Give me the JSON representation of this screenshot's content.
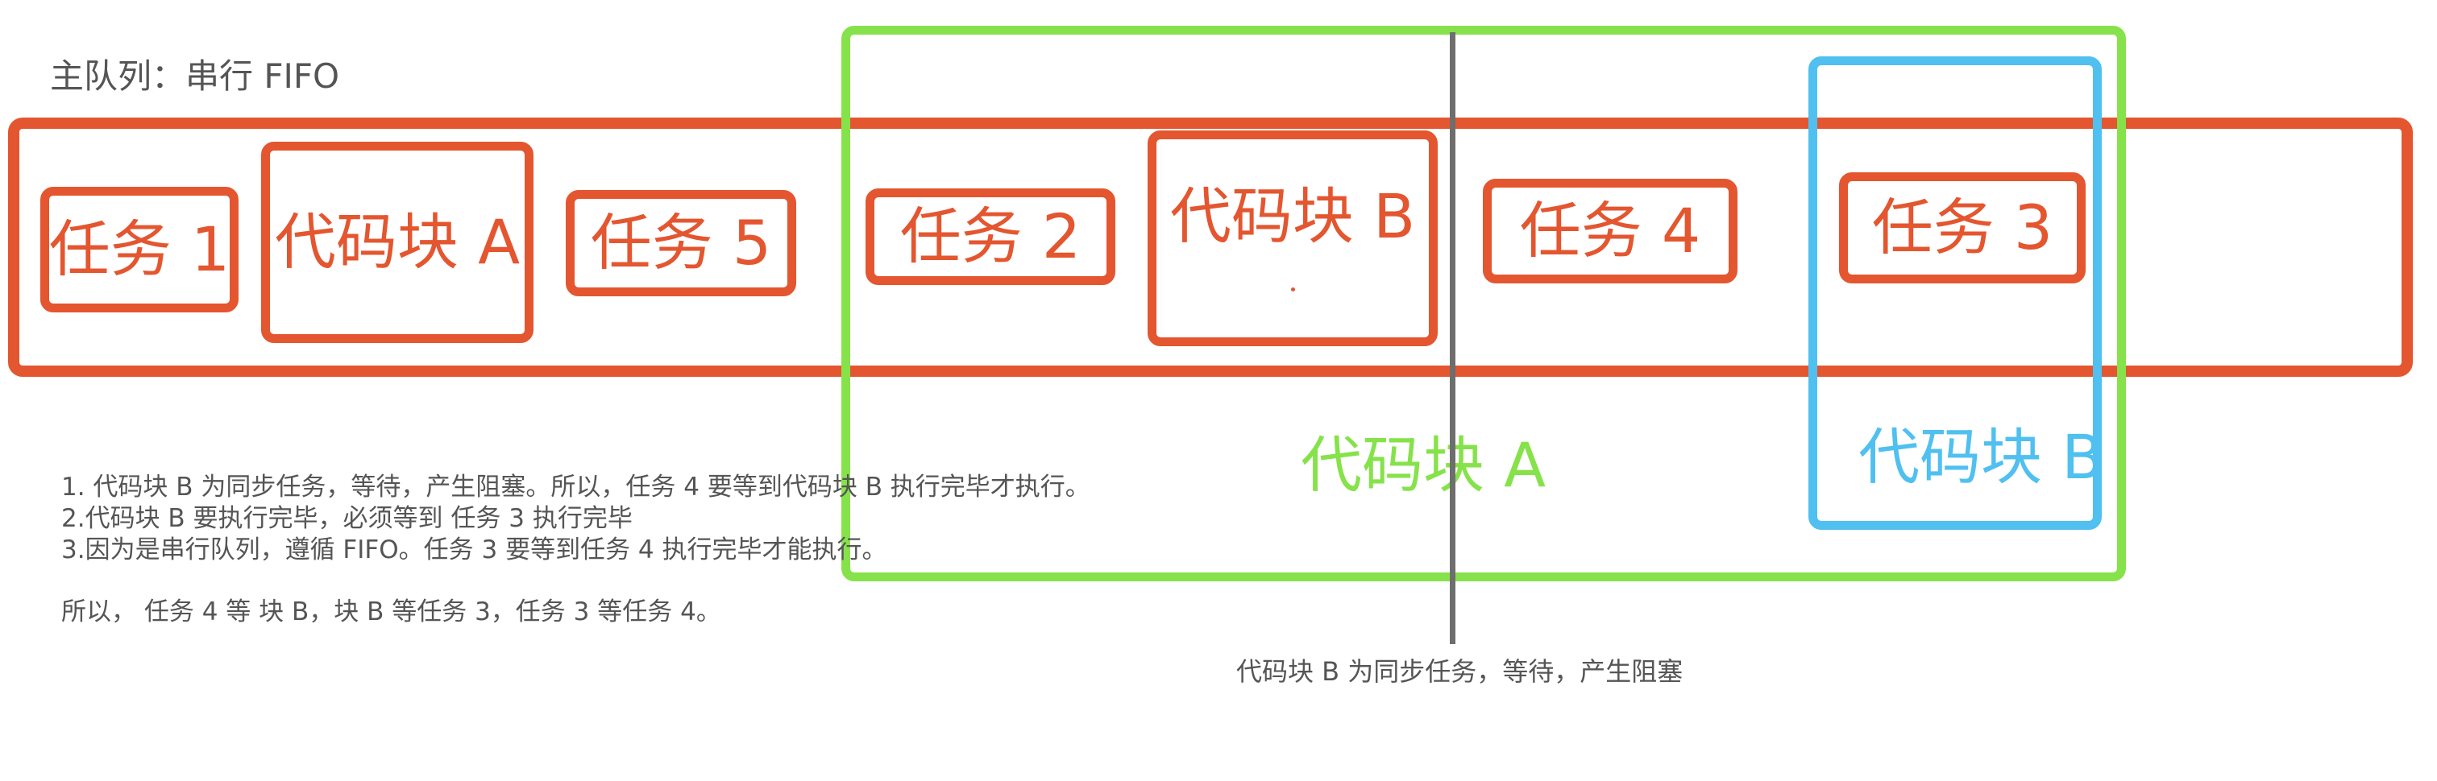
{
  "title": "主队列：串行 FIFO",
  "queue": {
    "tasks": {
      "task_1": "任务 1",
      "block_a": "代码块 A",
      "task_5": "任务 5",
      "task_2": "任务 2",
      "block_b": "代码块 B",
      "task_4": "任务 4",
      "task_3": "任务 3"
    }
  },
  "regions": {
    "block_a_label": "代码块 A",
    "block_b_label": "代码块 B"
  },
  "notes": [
    "1. 代码块 B 为同步任务，等待，产生阻塞。所以，任务 4 要等到代码块 B 执行完毕才执行。",
    "2.代码块 B 要执行完毕，必须等到 任务 3 执行完毕",
    "3.因为是串行队列，遵循 FIFO。任务 3 要等到任务 4 执行完毕才能执行。",
    "所以，  任务 4 等 块 B，块 B 等任务 3，任务 3 等任务 4。"
  ],
  "caption": "代码块 B 为同步任务，等待，产生阻塞",
  "colors": {
    "queue": "#E4562F",
    "region_a": "#86E24A",
    "region_b": "#4FC0F0",
    "text": "#555555",
    "divider": "#6E6E6E"
  }
}
